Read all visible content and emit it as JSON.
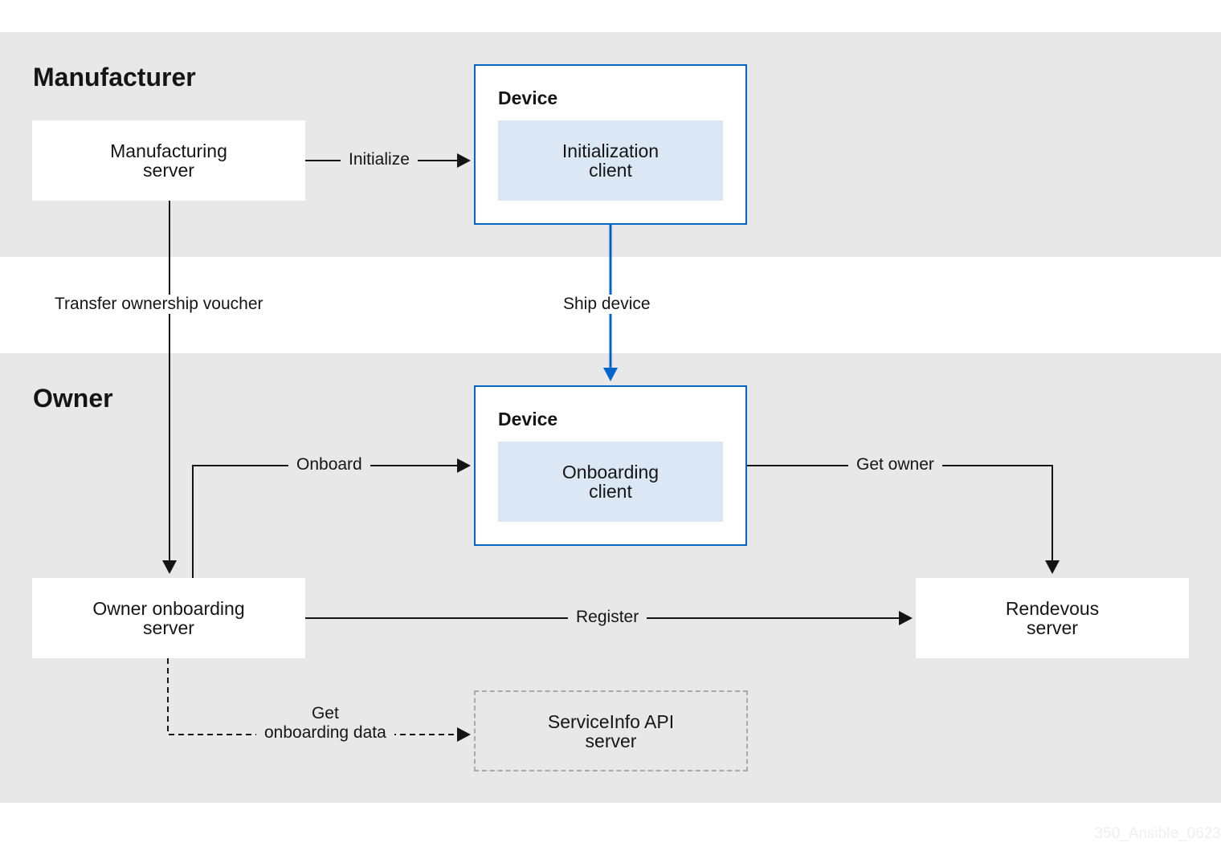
{
  "zones": {
    "manufacturer": "Manufacturer",
    "owner": "Owner"
  },
  "nodes": {
    "manufacturing_server": "Manufacturing\nserver",
    "device_top": "Device",
    "initialization_client": "Initialization\nclient",
    "device_bottom": "Device",
    "onboarding_client": "Onboarding\nclient",
    "owner_onboarding_server": "Owner onboarding\nserver",
    "rendezvous_server": "Rendevous\nserver",
    "serviceinfo_api_server": "ServiceInfo API\nserver"
  },
  "edges": {
    "initialize": "Initialize",
    "transfer_voucher": "Transfer ownership voucher",
    "ship_device": "Ship device",
    "onboard": "Onboard",
    "get_owner": "Get owner",
    "register": "Register",
    "get_onboarding_data": "Get\nonboarding data"
  },
  "colors": {
    "band": "#e8e8e8",
    "device_border": "#0066cc",
    "client_fill": "#dbe7f4",
    "ship_arrow": "#0066cc",
    "arrow": "#151515",
    "dashed_border": "#aaaaaa"
  },
  "watermark": "350_Ansible_0623"
}
